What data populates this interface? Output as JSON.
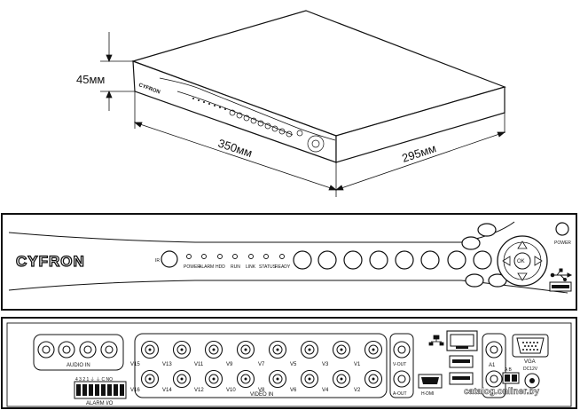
{
  "dimensions": {
    "height": "45мм",
    "width": "350мм",
    "depth": "295мм"
  },
  "front": {
    "brand": "CYFRON",
    "indicators": [
      "POWER",
      "ALARM",
      "HDD",
      "RUN",
      "LINK",
      "STATUS",
      "READY"
    ],
    "ir_label": "IR",
    "ok_label": "OK",
    "power_label": "POWER"
  },
  "rear": {
    "audio_in": "AUDIO IN",
    "video_in": "VIDEO IN",
    "video_top": [
      "V15",
      "V13",
      "V11",
      "V9",
      "V7",
      "V5",
      "V3",
      "V1"
    ],
    "video_bottom": [
      "V16",
      "V14",
      "V12",
      "V10",
      "V8",
      "V6",
      "V4",
      "V2"
    ],
    "alarm_pins": "4 3 2 1 ⏚ ⏚ C NO",
    "alarm_label": "ALARM I/O",
    "v_out": "V-OUT",
    "a_out": "A-OUT",
    "hdmi": "H-DMI",
    "a1": "A1",
    "vga": "VGA",
    "dc": "DC12V",
    "rs485": "A B"
  },
  "watermark": "catalog.onliner.by",
  "icons": {
    "network": "network-icon",
    "usb": "usb-icon",
    "nav": "navigation-arrows-icon"
  }
}
